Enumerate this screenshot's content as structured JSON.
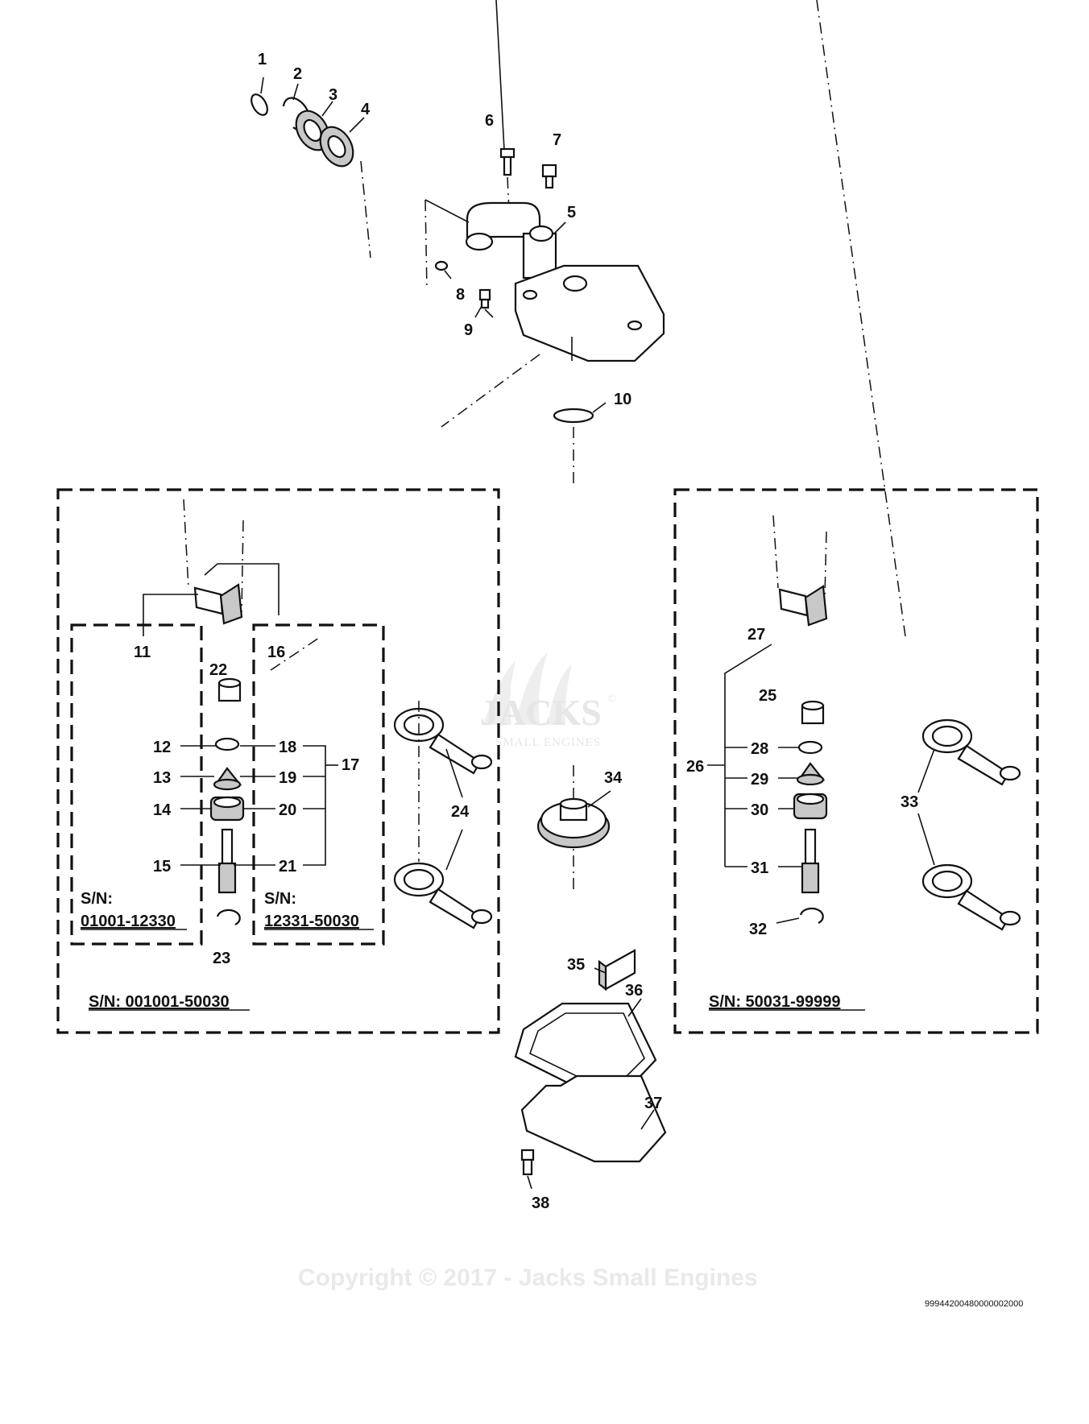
{
  "diagram": {
    "part_numbers": [
      "1",
      "2",
      "3",
      "4",
      "5",
      "6",
      "7",
      "8",
      "9",
      "10",
      "11",
      "12",
      "13",
      "14",
      "15",
      "16",
      "17",
      "18",
      "19",
      "20",
      "21",
      "22",
      "23",
      "24",
      "25",
      "26",
      "27",
      "28",
      "29",
      "30",
      "31",
      "32",
      "33",
      "34",
      "35",
      "36",
      "37",
      "38"
    ],
    "serial_labels": {
      "group_main_left": "S/N: 001001-50030",
      "group_main_right": "S/N: 50031-99999",
      "sub_left_prefix": "S/N:",
      "sub_left_range": "01001-12330",
      "sub_right_prefix": "S/N:",
      "sub_right_range": "12331-50030"
    },
    "watermark": {
      "copyright": "Copyright © 2017 - Jacks Small Engines",
      "logo_main": "JACKS",
      "logo_sub": "SMALL ENGINES",
      "logo_mark": "©"
    },
    "document_code": "99944200480000002000"
  }
}
